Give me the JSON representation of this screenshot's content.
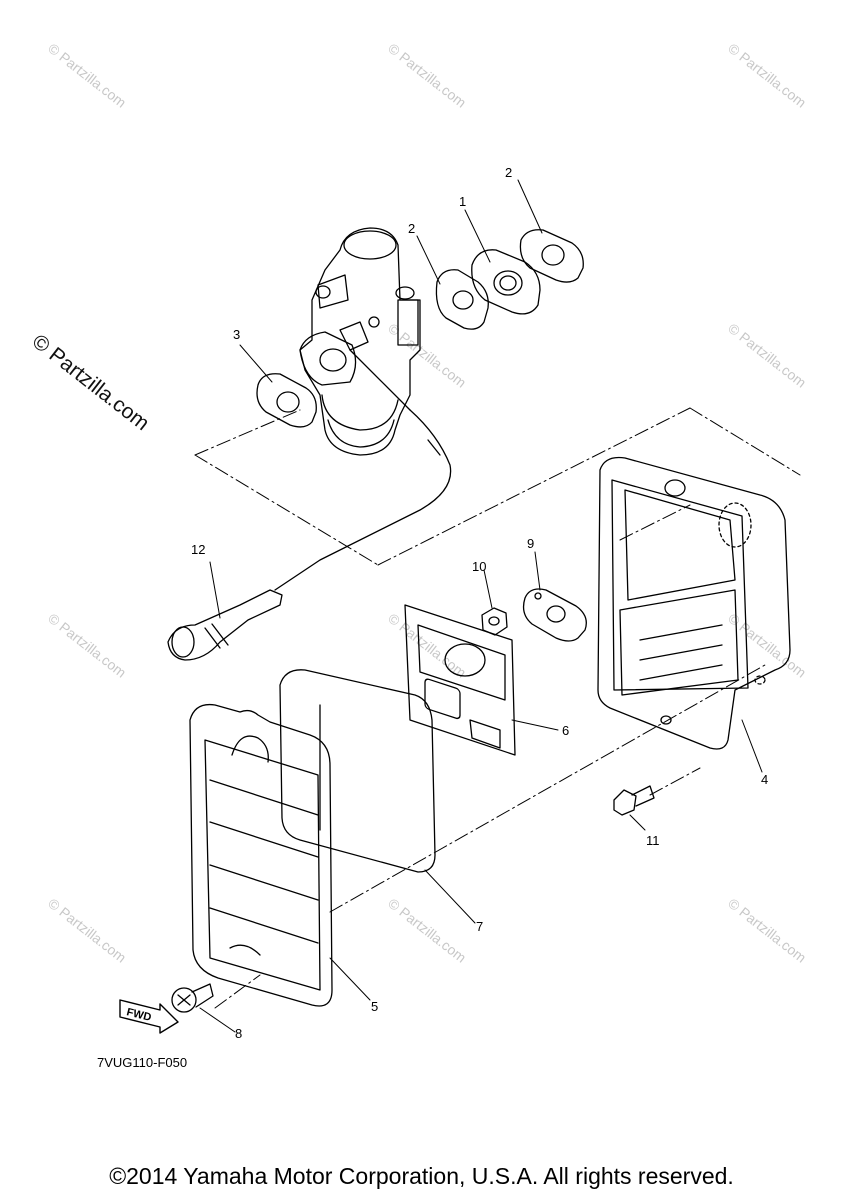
{
  "callouts": [
    "1",
    "2",
    "2",
    "3",
    "4",
    "5",
    "6",
    "7",
    "8",
    "9",
    "10",
    "11",
    "12"
  ],
  "diagram_code": "7VUG110-F050",
  "copyright": "©2014 Yamaha Motor Corporation, U.S.A. All rights reserved.",
  "watermark": "© Partzilla.com",
  "fwd_label": "FWD"
}
